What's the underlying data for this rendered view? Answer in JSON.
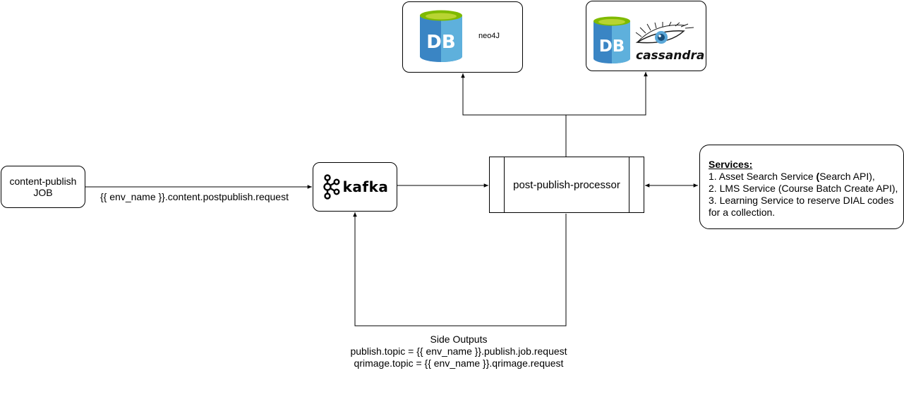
{
  "job": {
    "label_line1": "content-publish",
    "label_line2": "JOB"
  },
  "kafka": {
    "label": "kafka"
  },
  "edge_job_kafka": {
    "label": "{{ env_name }}.content.postpublish.request"
  },
  "processor": {
    "label": "post-publish-processor"
  },
  "neo4j": {
    "db_icon_text": "DB",
    "label": "neo4J"
  },
  "cassandra": {
    "db_icon_text": "DB",
    "label": "cassandra"
  },
  "services": {
    "title": "Services:",
    "items": [
      {
        "prefix": "1. Asset Search Service ",
        "bold_char": "(",
        "suffix": "Search API),"
      },
      {
        "text": "2. LMS Service (Course Batch Create API),"
      },
      {
        "text": "3. Learning Service to reserve DIAL codes"
      },
      {
        "text": "for a collection."
      }
    ]
  },
  "side_outputs": {
    "title": "Side Outputs",
    "lines": [
      "publish.topic = {{ env_name }}.publish.job.request",
      "qrimage.topic = {{ env_name }}.qrimage.request"
    ]
  },
  "colors": {
    "db_dark": "#3a85c4",
    "db_light": "#5eb0dc",
    "db_top": "#7fba00",
    "db_top_inner": "#b8d432",
    "stroke": "#000000"
  }
}
